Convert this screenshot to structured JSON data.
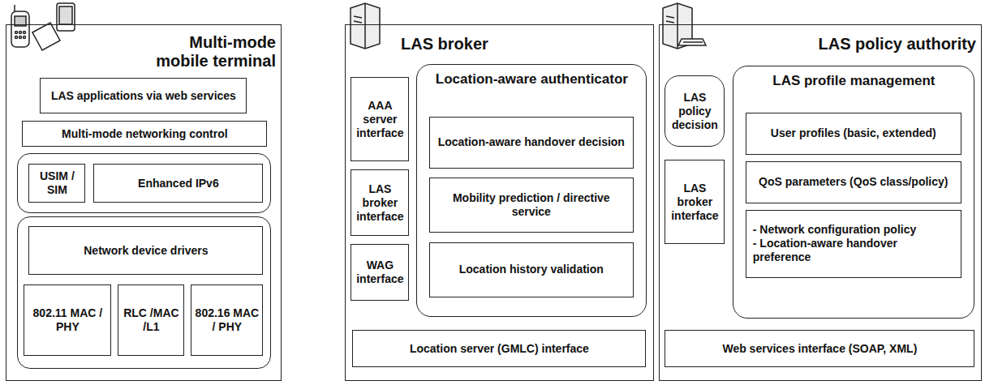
{
  "diagram": {
    "nodes": [
      {
        "text": [
          "Multi-mode mobile terminal"
        ]
      },
      {
        "text": [
          "LAS applications via web services"
        ],
        "in": 0
      },
      {
        "text": [
          "Multi-mode networking control"
        ],
        "in": 0
      },
      {
        "text": [
          "USIM / SIM"
        ],
        "in": 0
      },
      {
        "text": [
          "Enhanced IPv6"
        ],
        "in": 0
      },
      {
        "text": [
          "Network device drivers"
        ],
        "in": 0
      },
      {
        "text": [
          "802.11 MAC / PHY"
        ],
        "in": 0
      },
      {
        "text": [
          "RLC /MAC /L1"
        ],
        "in": 0
      },
      {
        "text": [
          "802.16 MAC / PHY"
        ],
        "in": 0
      },
      {
        "text": [
          "LAS broker"
        ]
      },
      {
        "text": [
          "AAA server interface"
        ],
        "in": 9
      },
      {
        "text": [
          "LAS broker interface"
        ],
        "in": 9
      },
      {
        "text": [
          "WAG interface"
        ],
        "in": 9
      },
      {
        "text": [
          "Location-aware authenticator"
        ],
        "in": 9
      },
      {
        "text": [
          "Location-aware handover decision"
        ],
        "in": 13
      },
      {
        "text": [
          "Mobility prediction / directive service"
        ],
        "in": 13
      },
      {
        "text": [
          "Location history validation"
        ],
        "in": 13
      },
      {
        "text": [
          "Location server (GMLC) interface"
        ],
        "in": 9
      },
      {
        "text": [
          "LAS policy authority"
        ]
      },
      {
        "text": [
          "LAS policy decision"
        ],
        "in": 18
      },
      {
        "text": [
          "LAS broker interface"
        ],
        "in": 18
      },
      {
        "text": [
          "LAS profile management"
        ],
        "in": 18
      },
      {
        "text": [
          "User profiles (basic, extended)"
        ],
        "in": 21
      },
      {
        "text": [
          "QoS parameters (QoS class/policy)"
        ],
        "in": 21
      },
      {
        "text": [
          "- Network configuration policy",
          "- Location-aware handover preference"
        ],
        "in": 21
      },
      {
        "text": [
          "Web services interface (SOAP, XML)"
        ],
        "in": 18
      }
    ]
  }
}
